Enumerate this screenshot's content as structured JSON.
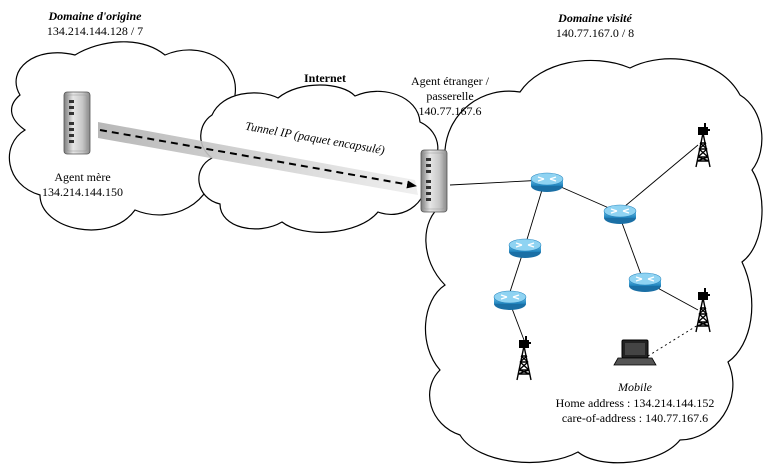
{
  "home_domain": {
    "title": "Domaine d'origine",
    "address": "134.214.144.128 / 7"
  },
  "visited_domain": {
    "title": "Domaine visité",
    "address": "140.77.167.0 / 8"
  },
  "internet": {
    "label": "Internet"
  },
  "tunnel": {
    "label": "Tunnel IP (paquet encapsulé)"
  },
  "home_agent": {
    "name": "Agent mère",
    "address": "134.214.144.150"
  },
  "foreign_agent": {
    "name_line1": "Agent étranger /",
    "name_line2": "passerelle",
    "address": "140.77.167.6"
  },
  "mobile": {
    "name": "Mobile",
    "home_address": "Home address : 134.214.144.152",
    "care_of_address": "care-of-address : 140.77.167.6"
  },
  "icons": {
    "server": "server-tower-icon",
    "router": "router-icon",
    "antenna": "radio-tower-icon",
    "laptop": "laptop-icon"
  }
}
